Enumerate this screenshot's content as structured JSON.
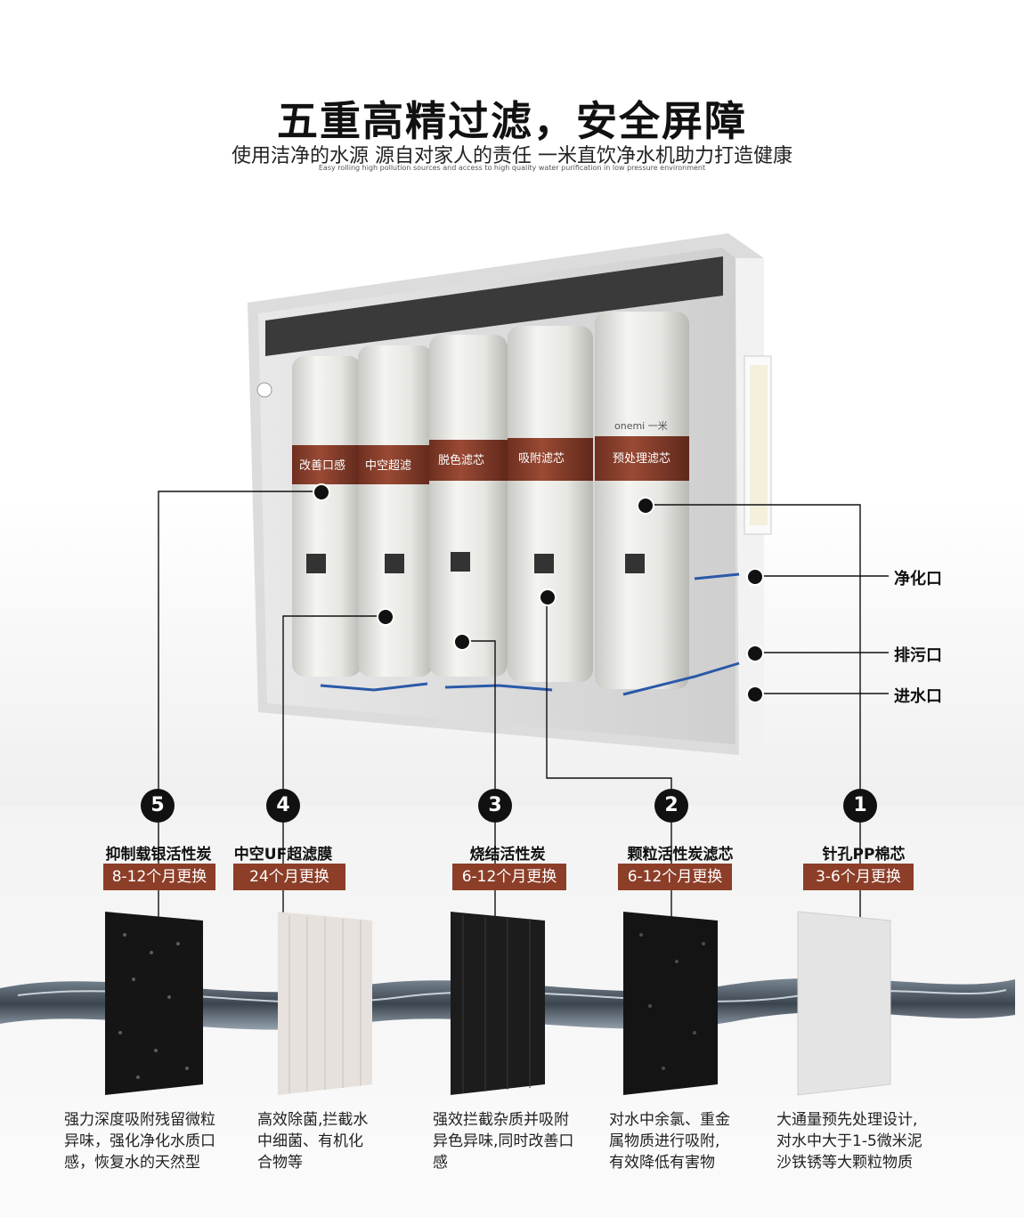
{
  "header": {
    "title": "五重高精过滤，安全屏障",
    "subtitle": "使用洁净的水源 源自对家人的责任 一米直饮净水机助力打造健康",
    "tagline": "Easy rolling high pollution sources and access to high quality water purification in low pressure environment"
  },
  "product": {
    "brand": "onemi 一米",
    "cartridges": [
      "改善口感",
      "中空超滤",
      "脱色滤芯",
      "吸附滤芯",
      "预处理滤芯"
    ]
  },
  "ports": {
    "purified": "净化口",
    "drain": "排污口",
    "inlet": "进水口"
  },
  "stages": [
    {
      "number": "5",
      "name": "抑制载银活性炭",
      "period": "8-12个月更换",
      "desc": [
        "强力深度吸附残留微粒",
        "异味，强化净化水质口",
        "感，恢复水的天然型"
      ]
    },
    {
      "number": "4",
      "name": "中空UF超滤膜",
      "period": "24个月更换",
      "desc": [
        "高效除菌,拦截水",
        "中细菌、有机化",
        "合物等"
      ]
    },
    {
      "number": "3",
      "name": "烧结活性炭",
      "period": "6-12个月更换",
      "desc": [
        "强效拦截杂质并吸附",
        "异色异味,同时改善口",
        "感"
      ]
    },
    {
      "number": "2",
      "name": "颗粒活性炭滤芯",
      "period": "6-12个月更换",
      "desc": [
        "对水中余氯、重金",
        "属物质进行吸附,",
        "有效降低有害物"
      ]
    },
    {
      "number": "1",
      "name": "针孔PP棉芯",
      "period": "3-6个月更换",
      "desc": [
        "大通量预先处理设计,",
        "对水中大于1-5微米泥",
        "沙铁锈等大颗粒物质"
      ]
    }
  ],
  "colors": {
    "accent": "#8c3e28",
    "badge": "#111111"
  }
}
